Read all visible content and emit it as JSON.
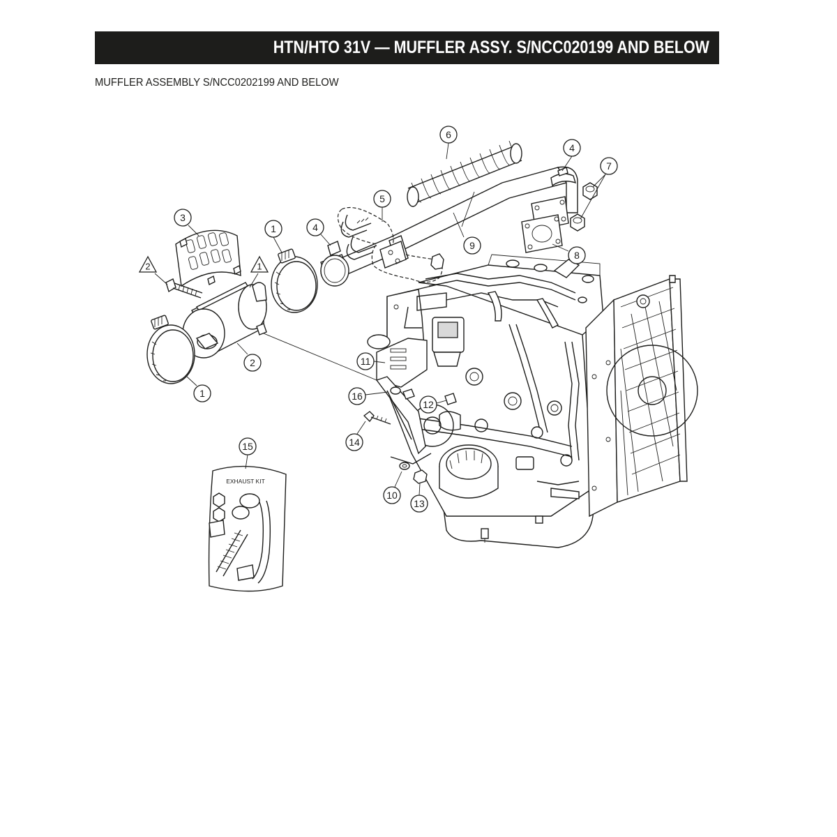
{
  "header": {
    "title": "HTN/HTO 31V — MUFFLER ASSY.  S/NCC020199 AND BELOW",
    "subtitle": "MUFFLER ASSEMBLY S/NCC0202199 AND BELOW"
  },
  "diagram": {
    "kit_label": "EXHAUST KIT",
    "callouts": [
      {
        "id": "c1a",
        "label": "1"
      },
      {
        "id": "c1b",
        "label": "1"
      },
      {
        "id": "c1c",
        "label": "1"
      },
      {
        "id": "c2",
        "label": "2"
      },
      {
        "id": "c2t",
        "label": "2"
      },
      {
        "id": "c3",
        "label": "3"
      },
      {
        "id": "c4a",
        "label": "4"
      },
      {
        "id": "c4b",
        "label": "4"
      },
      {
        "id": "c5",
        "label": "5"
      },
      {
        "id": "c6",
        "label": "6"
      },
      {
        "id": "c7",
        "label": "7"
      },
      {
        "id": "c8",
        "label": "8"
      },
      {
        "id": "c9",
        "label": "9"
      },
      {
        "id": "c10",
        "label": "10"
      },
      {
        "id": "c11",
        "label": "11"
      },
      {
        "id": "c12",
        "label": "12"
      },
      {
        "id": "c13",
        "label": "13"
      },
      {
        "id": "c14",
        "label": "14"
      },
      {
        "id": "c15",
        "label": "15"
      },
      {
        "id": "c16",
        "label": "16"
      }
    ]
  },
  "colors": {
    "title_bar": "#1d1d1b",
    "title_text": "#ffffff",
    "line": "#1d1d1b"
  }
}
